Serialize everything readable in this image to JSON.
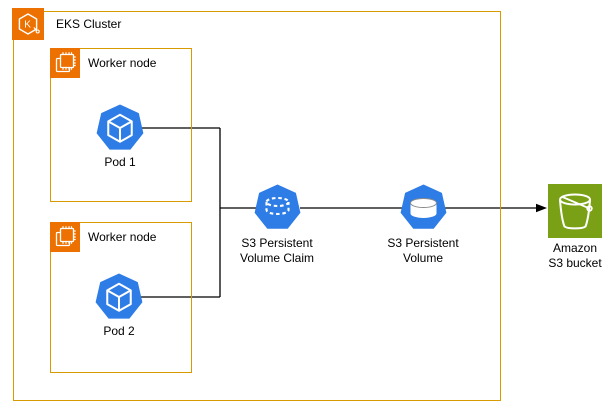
{
  "cluster": {
    "label": "EKS Cluster",
    "icon": "eks-kubernetes-icon"
  },
  "worker_nodes": [
    {
      "label": "Worker node",
      "icon": "ec2-instance-chip-icon",
      "pod": {
        "label": "Pod 1",
        "icon": "kubernetes-pod-icon"
      }
    },
    {
      "label": "Worker node",
      "icon": "ec2-instance-chip-icon",
      "pod": {
        "label": "Pod 2",
        "icon": "kubernetes-pod-icon"
      }
    }
  ],
  "pvc": {
    "label": [
      "S3 Persistent",
      "Volume Claim"
    ],
    "icon": "persistent-volume-claim-icon"
  },
  "pv": {
    "label": [
      "S3 Persistent",
      "Volume"
    ],
    "icon": "persistent-volume-icon"
  },
  "s3_bucket": {
    "label": [
      "Amazon",
      "S3 bucket"
    ],
    "icon": "s3-bucket-icon"
  },
  "colors": {
    "aws_orange": "#ED7100",
    "box_border_orange": "#D79B00",
    "kubernetes_blue": "#2E7CE5",
    "s3_green": "#7AA116",
    "connector_black": "#000000"
  }
}
